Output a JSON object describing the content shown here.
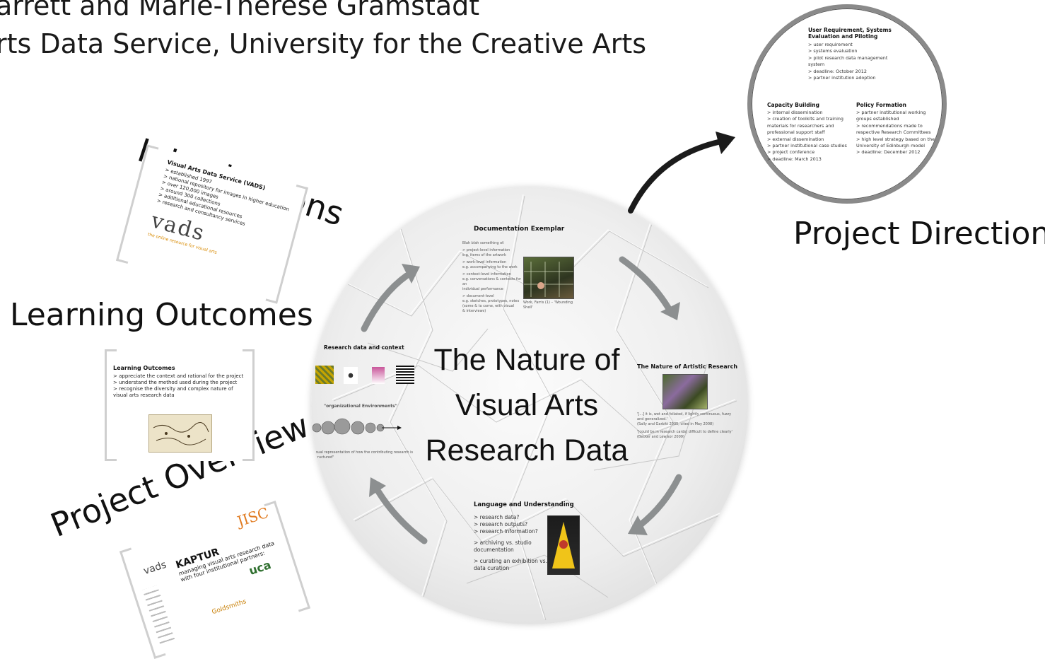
{
  "header": {
    "authors": "arrett and Marie-Therese Gramstadt",
    "affiliation": "rts Data Service, University for the Creative Arts"
  },
  "labels": {
    "introductions": "Introductions",
    "learning_outcomes": "Learning Outcomes",
    "project_overview": "Project Overview",
    "project_direction": "Project Direction"
  },
  "center_title": [
    "The Nature of",
    "Visual Arts",
    "Research Data"
  ],
  "slide_intro": {
    "title": "Visual Arts Data Service (VADS)",
    "lines": [
      "> established 1997",
      "> national repository for images in higher education",
      "> over 120,000 images",
      "> around 300 collections",
      "> additional educational resources",
      "> research and consultancy services"
    ],
    "logo_text": "vads",
    "logo_tag": "the online resource for visual arts"
  },
  "slide_learn": {
    "title": "Learning Outcomes",
    "lines": [
      "> appreciate the context and rational for the project",
      "> understand the method used during the project",
      "> recognise the diversity and complex nature of",
      "visual arts research data"
    ]
  },
  "slide_overview": {
    "logo_jisc": "JISC",
    "logo_vads": "vads",
    "title": "KAPTUR",
    "lines": [
      "managing visual arts research data",
      "with four institutional partners:"
    ],
    "logo_uca": "uca",
    "logo_gold": "Goldsmiths"
  },
  "documentation": {
    "title": "Documentation Exemplar",
    "lines": [
      "Blah blah something of:",
      "> project-level information",
      "e.g. items of the artwork",
      "> work-level information",
      "e.g. accompanying to the work",
      "> context-level information",
      "e.g. conversations & contexts for an",
      "individual performance",
      "> document-level",
      "e.g. sketches, prototypes, notes",
      "(some & to come, with visual",
      "& interviews)"
    ],
    "caption": "Work, Farris (1) – 'Wounding Shell'"
  },
  "research_context": {
    "title": "Research data and context",
    "sub": "\"organizational Environments\"",
    "caption": "Visual representation of how the contributing research is \"structured\""
  },
  "artistic": {
    "title": "The Nature of Artistic Research",
    "lines": [
      "'[...] it is, wet and foliated, if lightly continuous, fuzzy",
      "and generalized.'",
      "(Sally and Garbitt 2005, cited in May 2008)",
      "'[could be in research cards] difficult to define clearly'",
      "(Becker and Lewisor 2009)"
    ]
  },
  "language": {
    "title": "Language and Understanding",
    "lines": [
      "> research data?",
      "> research outputs?",
      "> research information?",
      "",
      "> archiving vs. studio",
      "documentation",
      "",
      "> curating an exhibition vs.",
      "data curation"
    ]
  },
  "direction": {
    "top_title": [
      "User Requirement, Systems",
      "Evaluation and Piloting"
    ],
    "top_lines": [
      "> user requirement",
      "> systems evaluation",
      "> pilot research data management",
      "system",
      "> deadline: October 2012",
      "> partner institution adoption"
    ],
    "left_title": "Capacity Building",
    "left_lines": [
      "> internal dissemination",
      "> creation of toolkits and training",
      "materials for researchers and",
      "professional support staff",
      "> external dissemination",
      "> partner institutional case studies",
      "> project conference",
      "> deadline: March 2013"
    ],
    "right_title": "Policy Formation",
    "right_lines": [
      "> partner institutional working",
      "groups established",
      "> recommendations made to",
      "respective Research Committees",
      "> high level strategy based on the",
      "University of Edinburgh model",
      "> deadline: December 2012"
    ]
  },
  "colors": {
    "arrow_gray": "#8c8f90",
    "arrow_dark": "#1b1b1b",
    "bracket": "#cfcfcf"
  }
}
